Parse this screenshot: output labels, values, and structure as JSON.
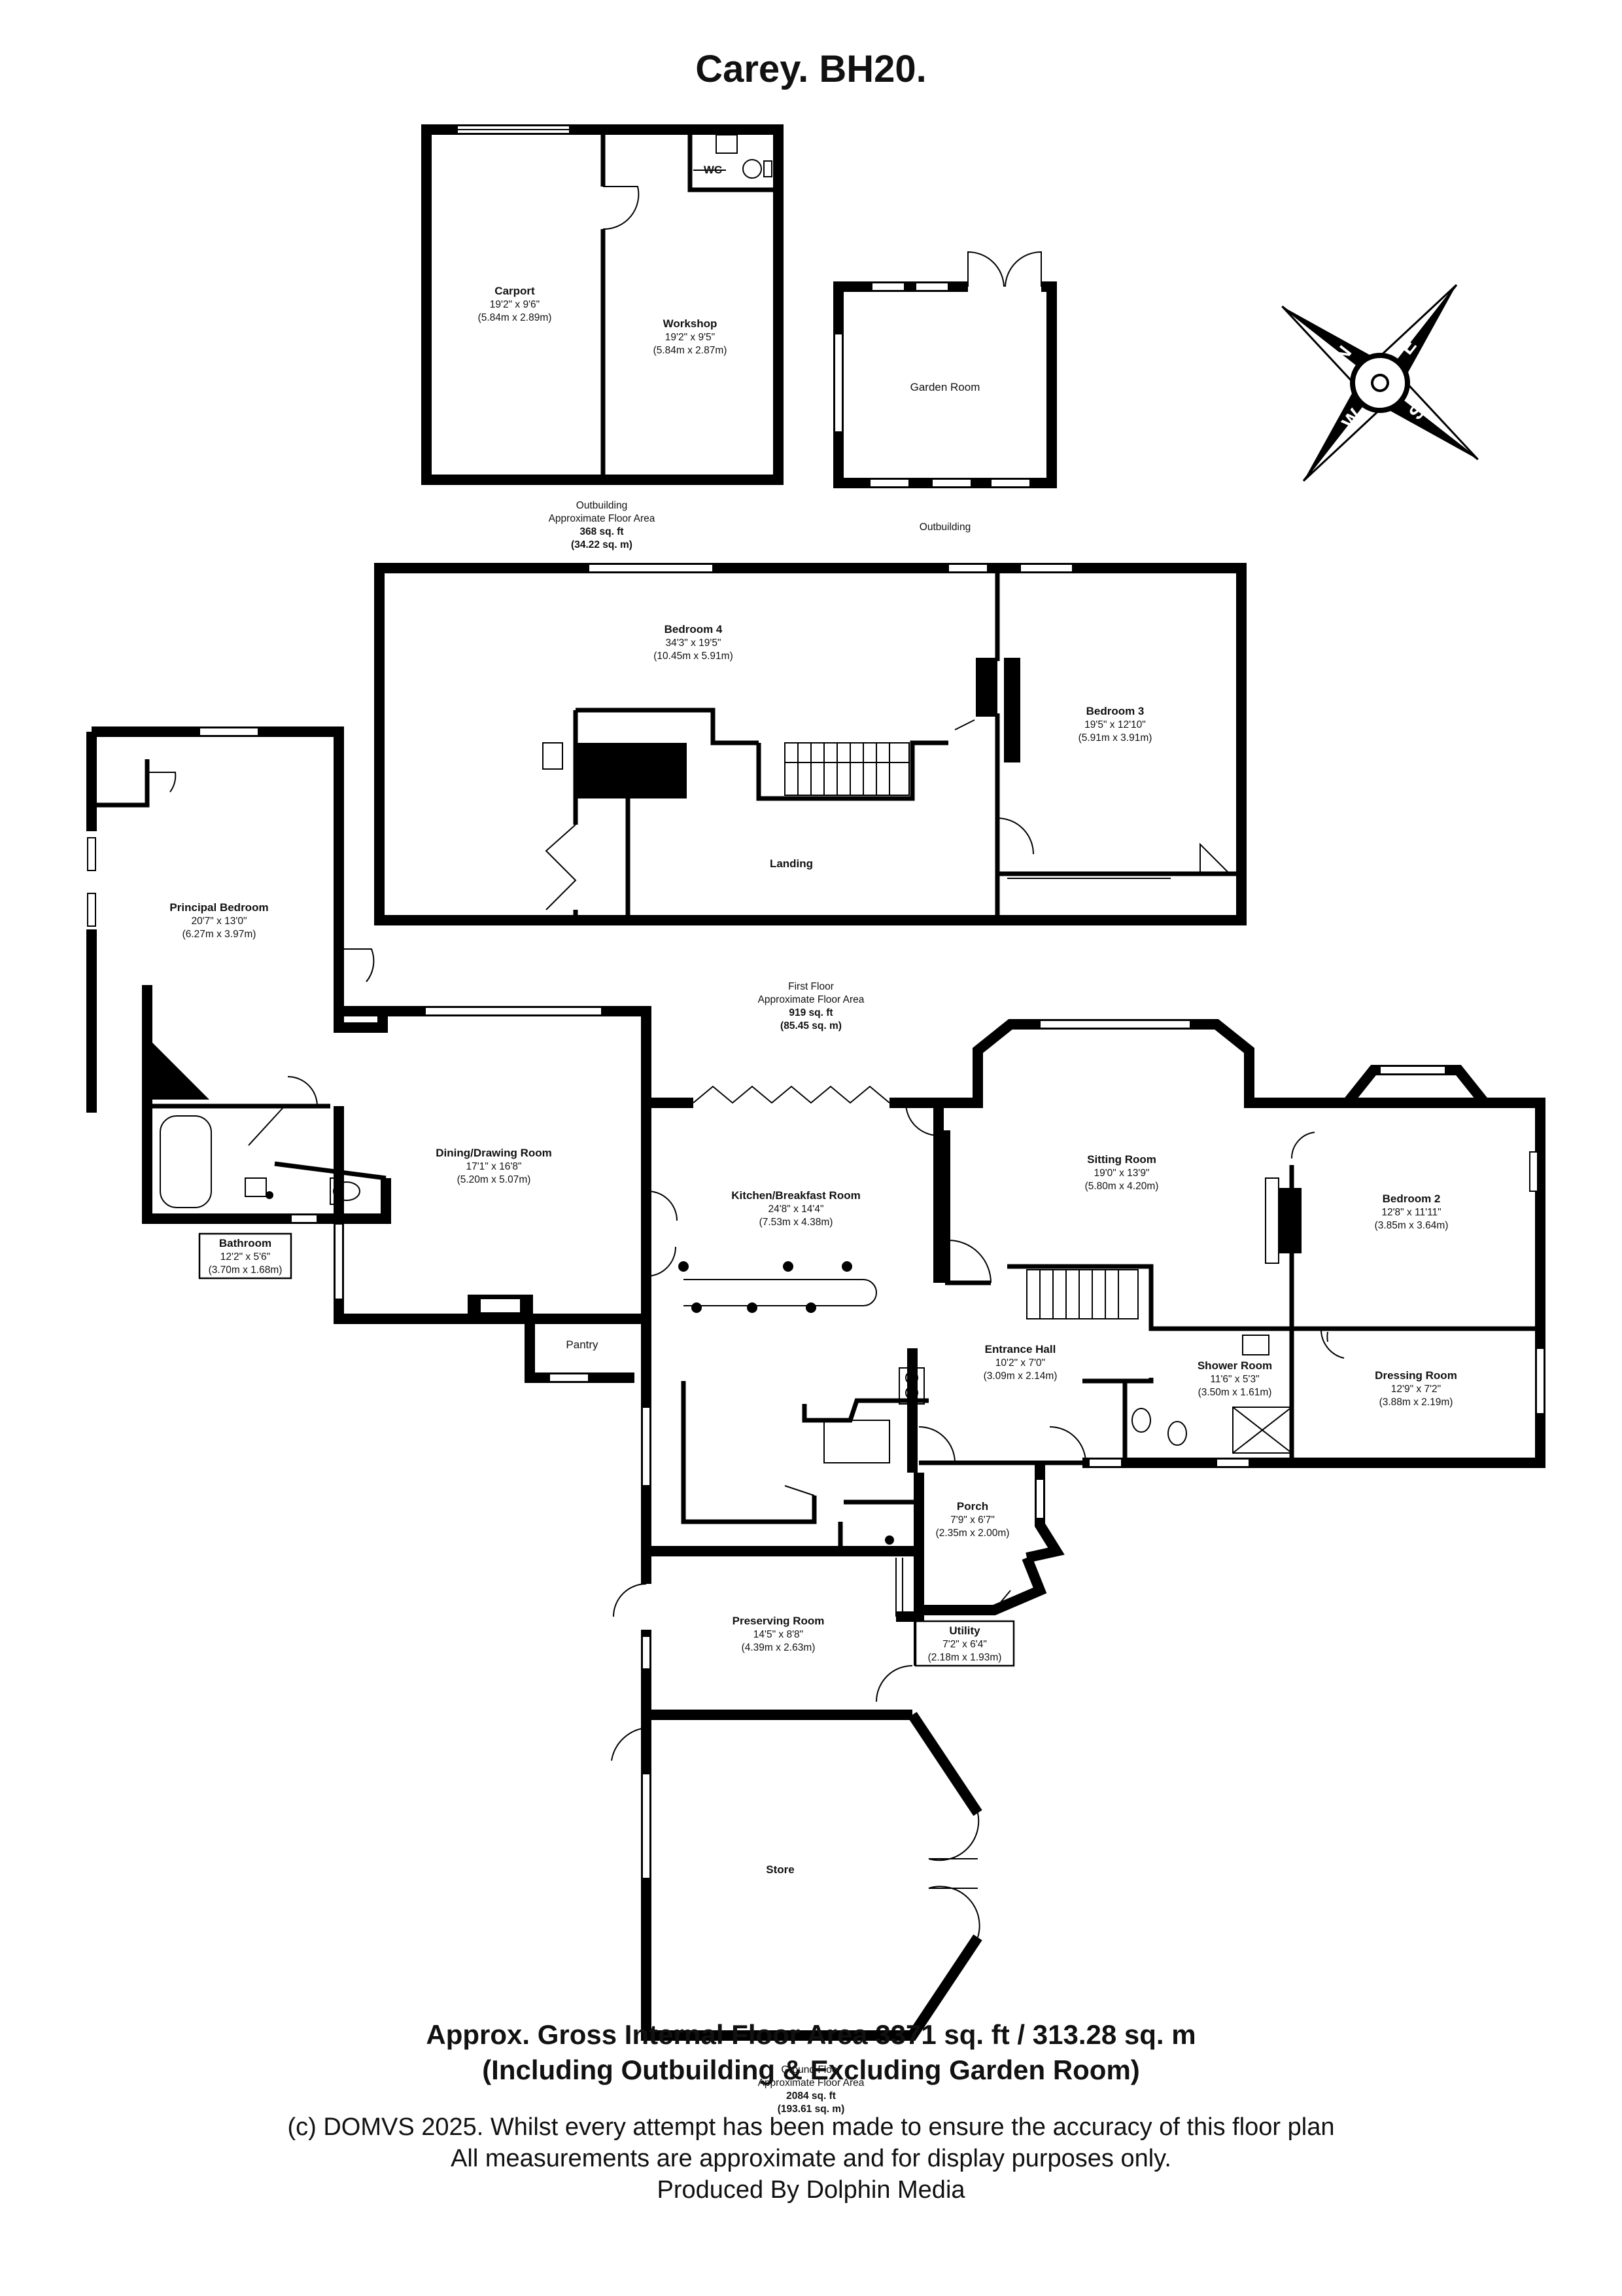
{
  "title": "Carey. BH20.",
  "outbuilding": {
    "carport": {
      "name": "Carport",
      "imperial": "19'2\" x 9'6\"",
      "metric": "(5.84m x 2.89m)"
    },
    "workshop": {
      "name": "Workshop",
      "imperial": "19'2\" x 9'5\"",
      "metric": "(5.84m x 2.87m)"
    },
    "wc": {
      "name": "WC"
    },
    "garden_room": {
      "name": "Garden Room"
    },
    "area": {
      "line1": "Outbuilding",
      "line2": "Approximate Floor Area",
      "line3": "368 sq. ft",
      "line4": "(34.22 sq. m)"
    },
    "garden_caption": "Outbuilding"
  },
  "compass": {
    "n": "N",
    "e": "E",
    "s": "S",
    "w": "W"
  },
  "first_floor": {
    "bedroom4": {
      "name": "Bedroom 4",
      "imperial": "34'3\" x 19'5\"",
      "metric": "(10.45m x 5.91m)"
    },
    "bedroom3": {
      "name": "Bedroom 3",
      "imperial": "19'5\" x 12'10\"",
      "metric": "(5.91m x 3.91m)"
    },
    "landing": {
      "name": "Landing"
    },
    "area": {
      "line1": "First Floor",
      "line2": "Approximate Floor Area",
      "line3": "919 sq. ft",
      "line4": "(85.45 sq. m)"
    }
  },
  "ground_floor": {
    "principal_bedroom": {
      "name": "Principal Bedroom",
      "imperial": "20'7\" x 13'0\"",
      "metric": "(6.27m x 3.97m)"
    },
    "bathroom": {
      "name": "Bathroom",
      "imperial": "12'2\" x 5'6\"",
      "metric": "(3.70m x 1.68m)"
    },
    "dining": {
      "name": "Dining/Drawing Room",
      "imperial": "17'1\" x 16'8\"",
      "metric": "(5.20m x 5.07m)"
    },
    "kitchen": {
      "name": "Kitchen/Breakfast Room",
      "imperial": "24'8\" x 14'4\"",
      "metric": "(7.53m x 4.38m)"
    },
    "pantry": {
      "name": "Pantry"
    },
    "sitting": {
      "name": "Sitting Room",
      "imperial": "19'0\" x 13'9\"",
      "metric": "(5.80m x 4.20m)"
    },
    "bedroom2": {
      "name": "Bedroom 2",
      "imperial": "12'8\" x 11'11\"",
      "metric": "(3.85m x 3.64m)"
    },
    "entrance": {
      "name": "Entrance Hall",
      "imperial": "10'2\" x 7'0\"",
      "metric": "(3.09m x 2.14m)"
    },
    "shower": {
      "name": "Shower Room",
      "imperial": "11'6\" x 5'3\"",
      "metric": "(3.50m x 1.61m)"
    },
    "dressing": {
      "name": "Dressing Room",
      "imperial": "12'9\" x 7'2\"",
      "metric": "(3.88m x 2.19m)"
    },
    "porch": {
      "name": "Porch",
      "imperial": "7'9\" x 6'7\"",
      "metric": "(2.35m x 2.00m)"
    },
    "preserving": {
      "name": "Preserving Room",
      "imperial": "14'5\" x 8'8\"",
      "metric": "(4.39m x 2.63m)"
    },
    "utility": {
      "name": "Utility",
      "imperial": "7'2\" x 6'4\"",
      "metric": "(2.18m x 1.93m)"
    },
    "store": {
      "name": "Store"
    },
    "area": {
      "line1": "Ground Floor",
      "line2": "Approximate Floor Area",
      "line3": "2084 sq. ft",
      "line4": "(193.61 sq. m)"
    }
  },
  "summary": {
    "line1": "Approx. Gross Internal Floor Area 3371 sq. ft / 313.28 sq. m",
    "line2": "(Including Outbuilding & Excluding Garden Room)"
  },
  "footer": {
    "line1": "(c) DOMVS 2025. Whilst every attempt has been made to ensure the accuracy of this floor plan",
    "line2": "All measurements are approximate and for display purposes only.",
    "line3": "Produced By Dolphin Media"
  }
}
